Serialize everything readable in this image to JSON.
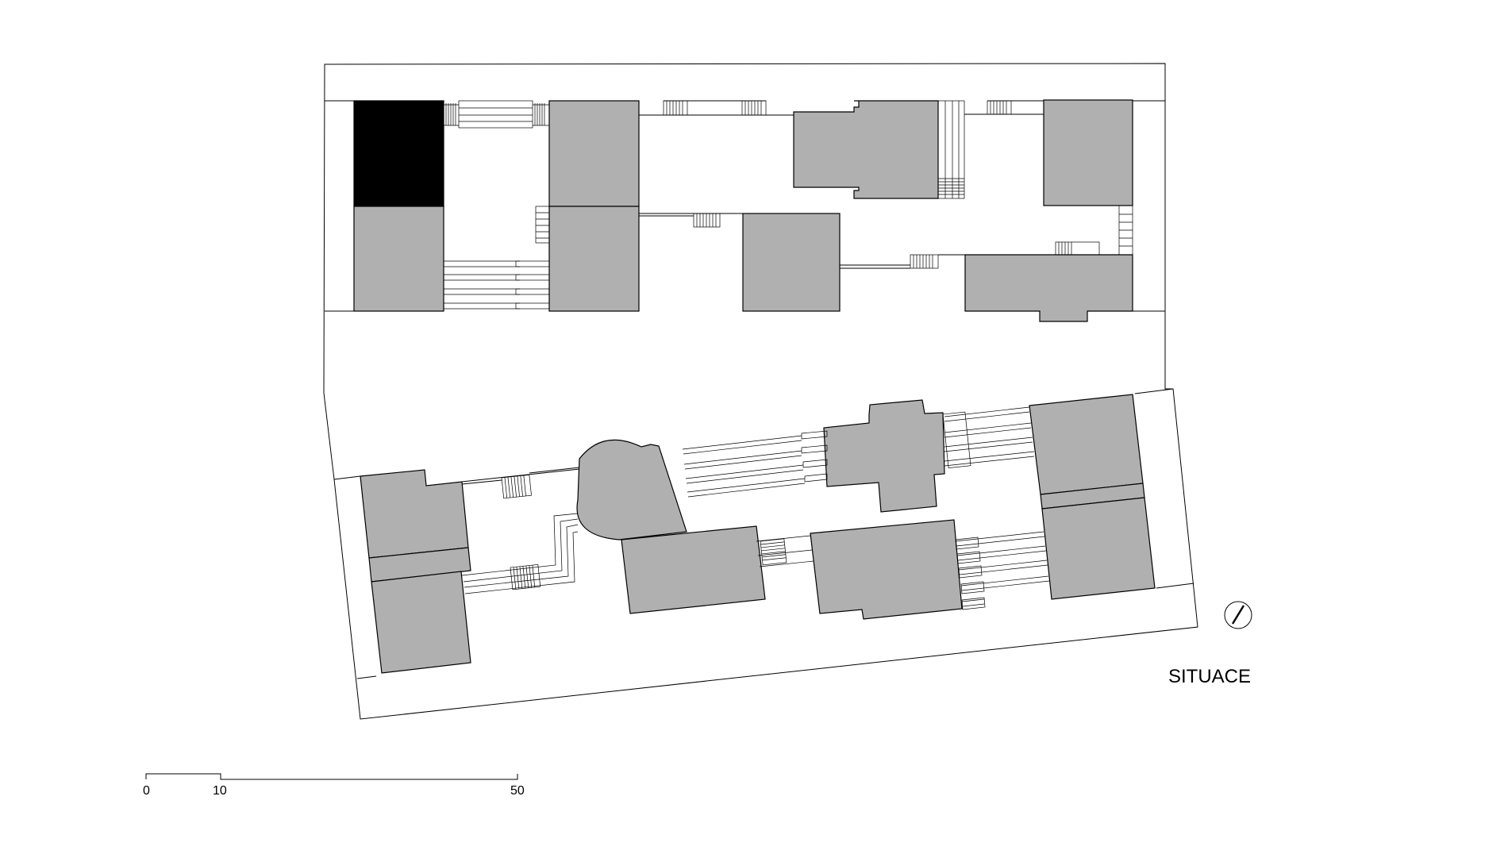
{
  "drawing": {
    "title": "SITUACE",
    "north_arrow_icon": "north-arrow-icon",
    "highlight_color": "#000000",
    "building_color": "#b0b0b0"
  },
  "scale_bar": {
    "labels": [
      "0",
      "10",
      "50"
    ]
  }
}
